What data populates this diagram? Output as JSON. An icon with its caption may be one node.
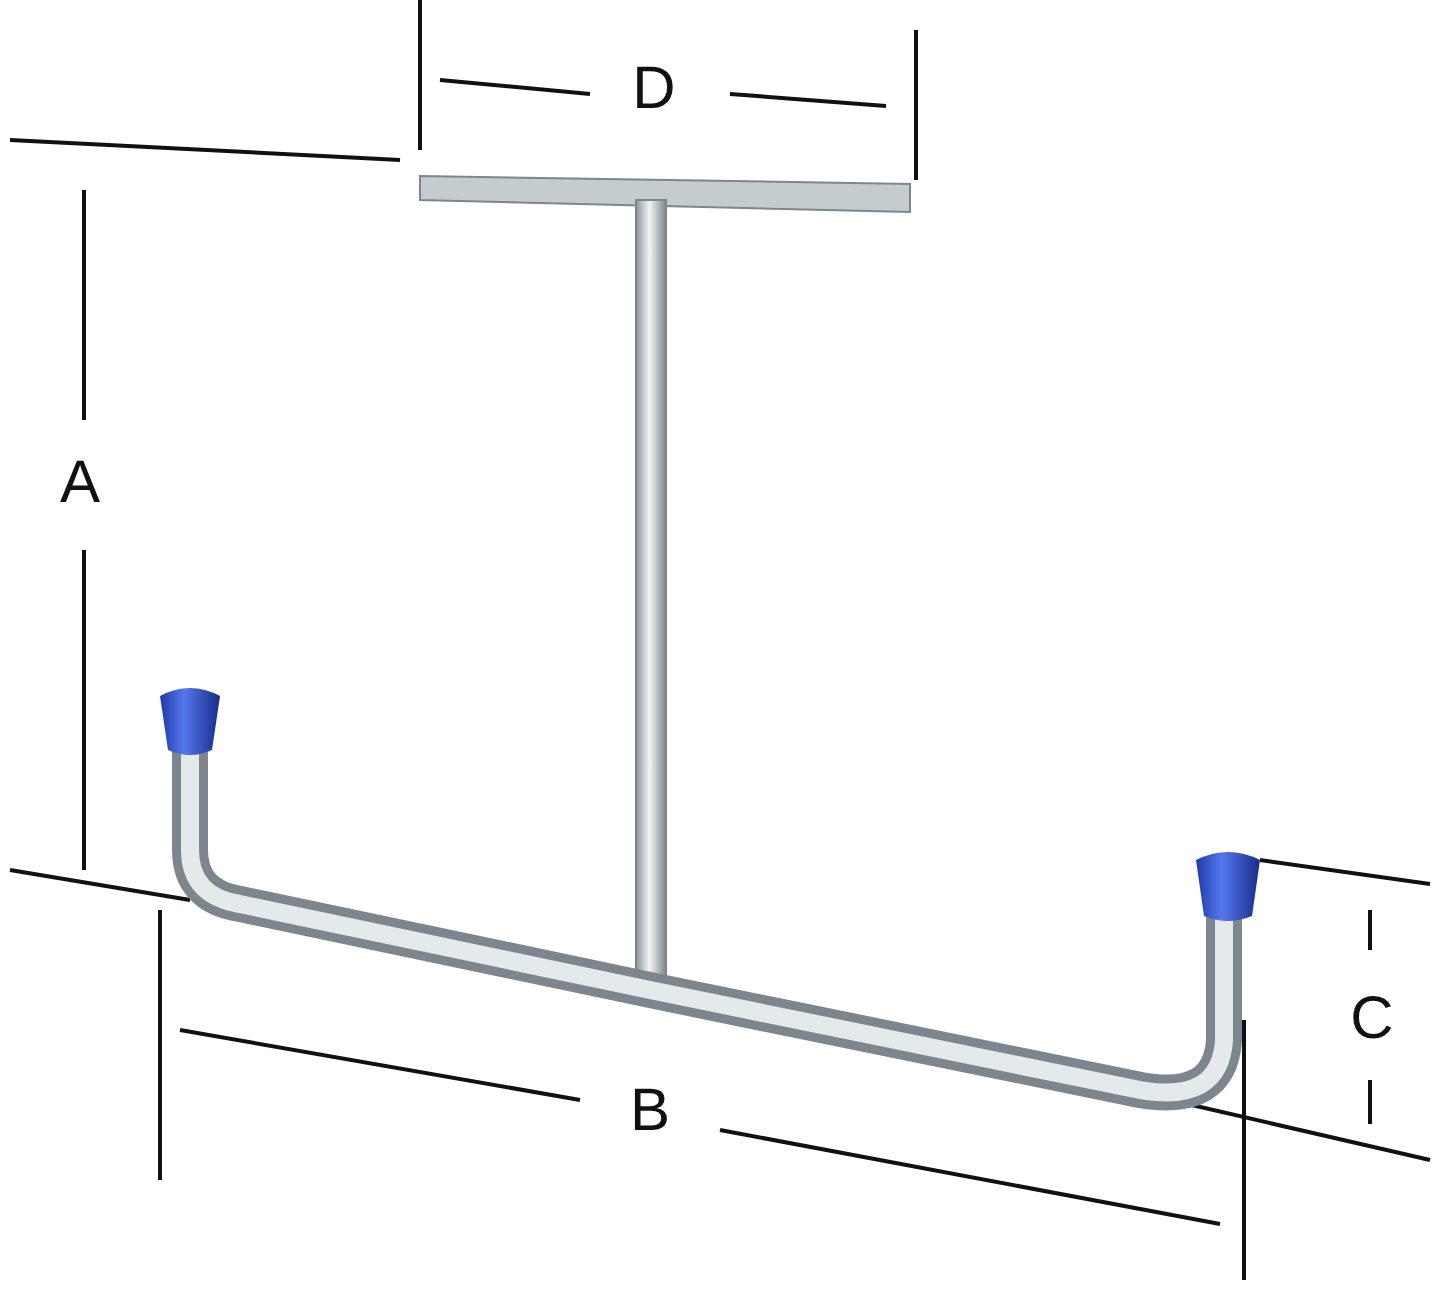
{
  "diagram": {
    "labels": [
      "D",
      "A",
      "C",
      "B"
    ]
  }
}
